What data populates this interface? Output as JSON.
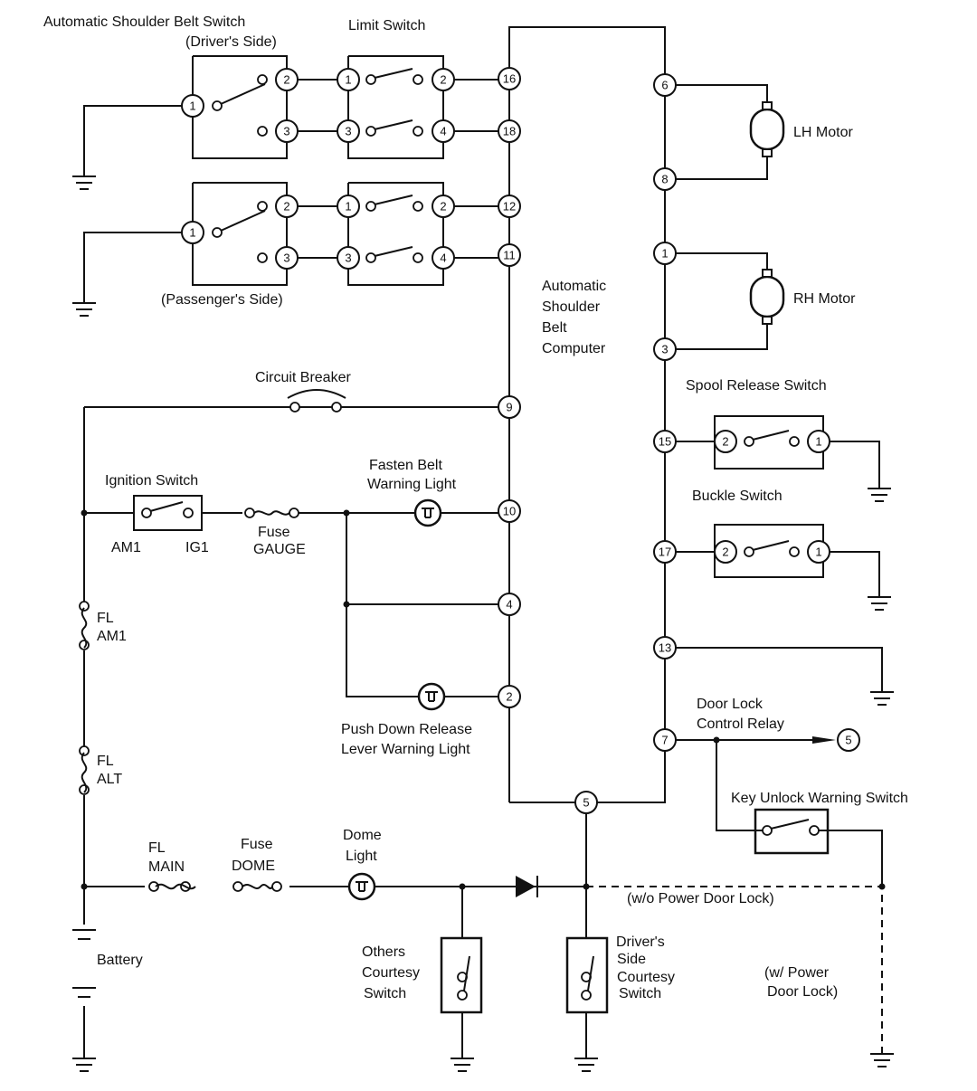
{
  "labels": {
    "belt_switch": "Automatic Shoulder Belt Switch",
    "drivers_side": "(Driver's Side)",
    "passengers_side": "(Passenger's Side)",
    "limit_switch": "Limit Switch",
    "computer": [
      "Automatic",
      "Shoulder",
      "Belt",
      "Computer"
    ],
    "lh_motor": "LH Motor",
    "rh_motor": "RH Motor",
    "spool_release": "Spool Release Switch",
    "buckle_switch": "Buckle Switch",
    "circuit_breaker": "Circuit Breaker",
    "ignition_switch": "Ignition Switch",
    "am1": "AM1",
    "ig1": "IG1",
    "fuse_gauge": [
      "Fuse",
      "GAUGE"
    ],
    "fasten_belt": [
      "Fasten Belt",
      "Warning Light"
    ],
    "push_down": [
      "Push Down Release",
      "Lever Warning Light"
    ],
    "fl_am1": [
      "FL",
      "AM1"
    ],
    "fl_alt": [
      "FL",
      "ALT"
    ],
    "fl_main": [
      "FL",
      "MAIN"
    ],
    "fuse_dome": [
      "Fuse",
      "DOME"
    ],
    "dome_light": [
      "Dome",
      "Light"
    ],
    "battery": "Battery",
    "others_courtesy": [
      "Others",
      "Courtesy",
      "Switch"
    ],
    "drivers_courtesy": [
      "Driver's",
      "Side",
      "Courtesy",
      "Switch"
    ],
    "door_lock_relay": [
      "Door Lock",
      "Control Relay"
    ],
    "key_unlock": "Key Unlock Warning Switch",
    "wo_power_door_lock": "(w/o Power Door Lock)",
    "w_power_door_lock": [
      "(w/ Power",
      "Door Lock)"
    ]
  },
  "computer_pins_left": [
    "16",
    "18",
    "12",
    "11",
    "9",
    "10",
    "4",
    "2"
  ],
  "computer_pins_right": [
    "6",
    "8",
    "1",
    "3",
    "15",
    "17",
    "13",
    "7"
  ],
  "computer_pin_bottom": "5",
  "relay_pin": "5",
  "belt_switch_pins": [
    "1",
    "2",
    "3"
  ],
  "limit_switch_pins": [
    "1",
    "2",
    "3",
    "4"
  ],
  "spool_pins": [
    "2",
    "1"
  ],
  "buckle_pins": [
    "2",
    "1"
  ]
}
